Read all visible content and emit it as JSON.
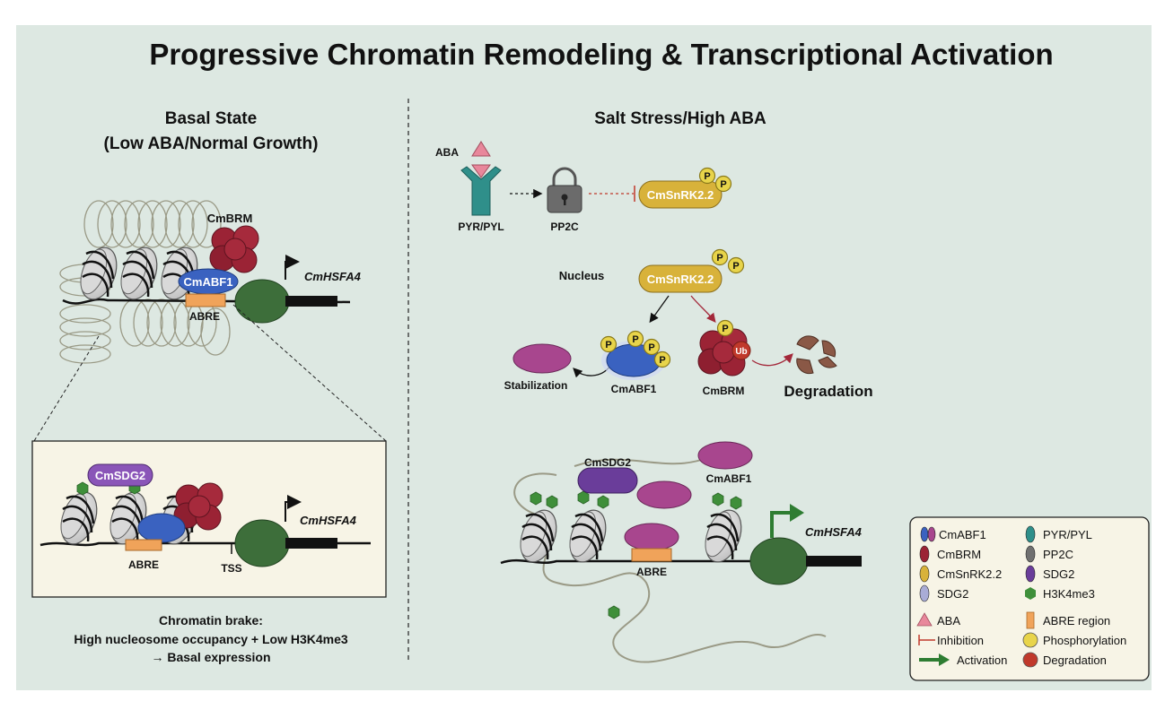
{
  "title": "Progressive Chromatin Remodeling & Transcriptional Activation",
  "basal": {
    "heading_line1": "Basal State",
    "heading_line2": "(Low ABA/Normal Growth)",
    "cmbrm": "CmBRM",
    "cmabf1": "CmABF1",
    "gene": "CmHSFA4",
    "abre": "ABRE",
    "inset": {
      "cmsdg2": "CmSDG2",
      "gene": "CmHSFA4",
      "abre": "ABRE",
      "tss": "TSS"
    },
    "caption_line1": "Chromatin brake:",
    "caption_line2": "High nucleosome occupancy + Low H3K4me3",
    "caption_line3": "→ Basal expression"
  },
  "stress": {
    "heading": "Salt Stress/High ABA",
    "aba": "ABA",
    "pyr_pyl": "PYR/PYL",
    "pp2c": "PP2C",
    "snrk_top": "CmSnRK2.2",
    "nucleus": "Nucleus",
    "snrk_mid": "CmSnRK2.2",
    "phospho_p": "P",
    "stabilization": "Stabilization",
    "cmabf1": "CmABF1",
    "cmbrm": "CmBRM",
    "ub": "Ub",
    "degradation": "Degradation",
    "chromatin": {
      "cmsdg2": "CmSDG2",
      "cmabf1": "CmABF1",
      "abre": "ABRE",
      "gene": "CmHSFA4"
    }
  },
  "legend": {
    "items": [
      {
        "label": "CmABF1",
        "symbol": "abf1-ovals",
        "color": "#3a62c0"
      },
      {
        "label": "PYR/PYL",
        "symbol": "pyr-oval",
        "color": "#2f8f8a"
      },
      {
        "label": "CmBRM",
        "symbol": "brm-oval",
        "color": "#9b2335"
      },
      {
        "label": "PP2C",
        "symbol": "pp2c-oval",
        "color": "#707070"
      },
      {
        "label": "CmSnRK2.2",
        "symbol": "snrk-oval",
        "color": "#d8b23a"
      },
      {
        "label": "SDG2",
        "symbol": "sdg2-oval",
        "color": "#6a3d9a"
      },
      {
        "label": "SDG2",
        "symbol": "sdg2-light-oval",
        "color": "#a9acd6"
      },
      {
        "label": "H3K4me3",
        "symbol": "hexagon",
        "color": "#3f8f3a"
      },
      {
        "label": "ABA",
        "symbol": "triangle",
        "color": "#e8879b"
      },
      {
        "label": "ABRE region",
        "symbol": "rectangle",
        "color": "#f0a35a"
      },
      {
        "label": "Inhibition",
        "symbol": "inhibition-line",
        "color": "#c0392b"
      },
      {
        "label": "Phosphorylation",
        "symbol": "circle",
        "color": "#e8d44a"
      },
      {
        "label": "Activation",
        "symbol": "activation-arrow",
        "color": "#2e7d32"
      },
      {
        "label": "Degradation",
        "symbol": "circle",
        "color": "#c0392b"
      }
    ]
  }
}
